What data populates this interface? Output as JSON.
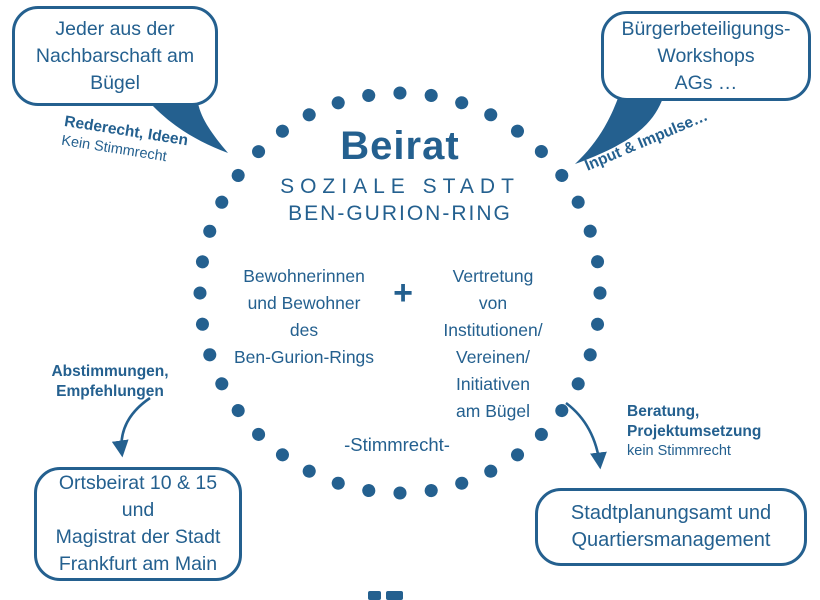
{
  "colors": {
    "primary_blue": "#24608f"
  },
  "circle": {
    "title": "Beirat",
    "subtitle_line1": "SOZIALE STADT",
    "subtitle_line2": "BEN-GURION-RING",
    "left_group_lines": [
      "Bewohnerinnen",
      "und Bewohner",
      "des",
      "Ben-Gurion-Rings"
    ],
    "plus_sign": "+",
    "right_group_lines": [
      "Vertretung",
      "von",
      "Institutionen/",
      "Vereinen/",
      "Initiativen",
      "am Bügel"
    ],
    "voting_note": "-Stimmrecht-"
  },
  "bubbles": {
    "top_left": {
      "lines": [
        "Jeder aus der",
        "Nachbarschaft am",
        "Bügel"
      ]
    },
    "top_right": {
      "lines": [
        "Bürgerbeteiligungs-",
        "Workshops",
        "AGs …"
      ]
    },
    "bottom_left": {
      "lines": [
        "Ortsbeirat 10 & 15",
        "und",
        "Magistrat der Stadt",
        "Frankfurt am Main"
      ]
    },
    "bottom_right": {
      "lines": [
        "Stadtplanungsamt und",
        "Quartiersmanagement"
      ]
    }
  },
  "annotations": {
    "top_left": {
      "bold": "Rederecht, Ideen",
      "normal": "Kein Stimmrecht"
    },
    "top_right": {
      "bold": "Input & Impulse…"
    },
    "middle_left": {
      "bold_lines": [
        "Abstimmungen,",
        "Empfehlungen"
      ]
    },
    "middle_right": {
      "bold_lines": [
        "Beratung,",
        "Projektumsetzung"
      ],
      "normal": "kein Stimmrecht"
    }
  }
}
